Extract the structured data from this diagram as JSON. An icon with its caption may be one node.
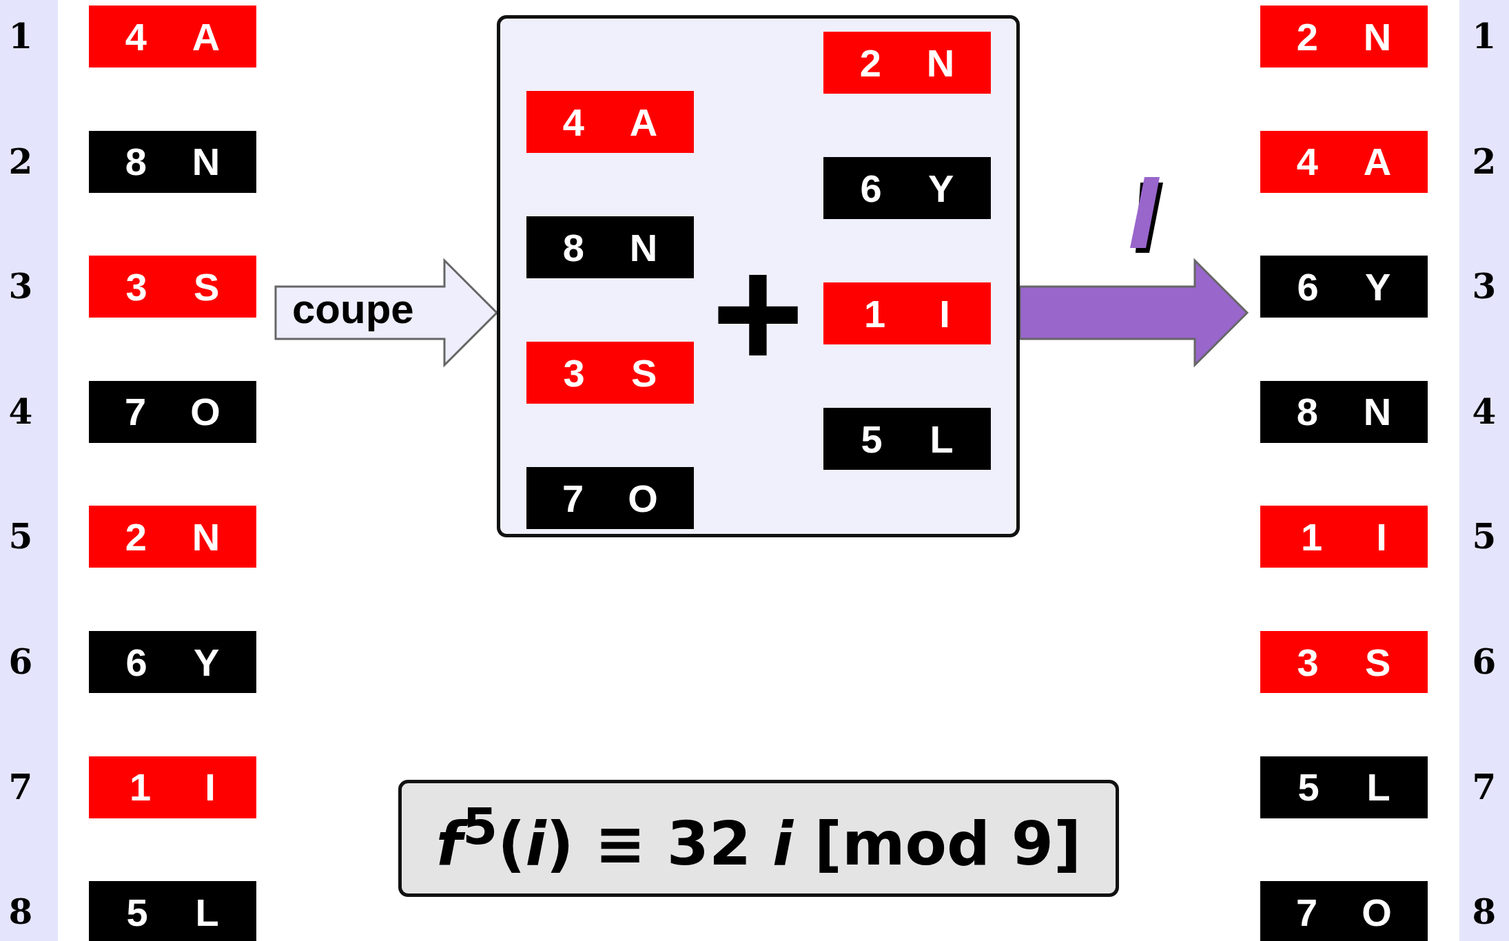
{
  "diagram": {
    "nodes": [
      {
        "text": [
          "4",
          "A"
        ]
      },
      {
        "text": [
          "8",
          "N"
        ]
      },
      {
        "text": [
          "3",
          "S"
        ]
      },
      {
        "text": [
          "7",
          "O"
        ]
      },
      {
        "text": [
          "2",
          "N"
        ]
      },
      {
        "text": [
          "6",
          "Y"
        ]
      },
      {
        "text": [
          "1",
          "I"
        ]
      },
      {
        "text": [
          "5",
          "L"
        ]
      },
      {
        "text": [],
        "shape": "box"
      },
      {
        "text": [
          "4",
          "A"
        ],
        "in": 8
      },
      {
        "text": [
          "8",
          "N"
        ],
        "in": 8
      },
      {
        "text": [
          "3",
          "S"
        ],
        "in": 8
      },
      {
        "text": [
          "7",
          "O"
        ],
        "in": 8
      },
      {
        "text": [
          "2",
          "N"
        ],
        "in": 8
      },
      {
        "text": [
          "6",
          "Y"
        ],
        "in": 8
      },
      {
        "text": [
          "1",
          "I"
        ],
        "in": 8
      },
      {
        "text": [
          "5",
          "L"
        ],
        "in": 8
      },
      {
        "text": [
          "2",
          "N"
        ]
      },
      {
        "text": [
          "4",
          "A"
        ]
      },
      {
        "text": [
          "6",
          "Y"
        ]
      },
      {
        "text": [
          "8",
          "N"
        ]
      },
      {
        "text": [
          "1",
          "I"
        ]
      },
      {
        "text": [
          "3",
          "S"
        ]
      },
      {
        "text": [
          "5",
          "L"
        ]
      },
      {
        "text": [
          "7",
          "O"
        ]
      },
      {
        "text": [
          "*f*$^{5}$(*i*) ≡ 32 *i* [mod 9]"
        ]
      }
    ],
    "edges": [
      {
        "from": null,
        "to": 8,
        "arrow": "to",
        "label": "coupe",
        "color": "#eeeefc"
      },
      {
        "from": 8,
        "to": null,
        "arrow": "to",
        "color": "#9966cc"
      }
    ],
    "labels": [
      "1",
      "2",
      "3",
      "4",
      "5",
      "6",
      "7",
      "8",
      "+",
      "1",
      "2",
      "3",
      "4",
      "5",
      "6",
      "7",
      "8"
    ]
  }
}
